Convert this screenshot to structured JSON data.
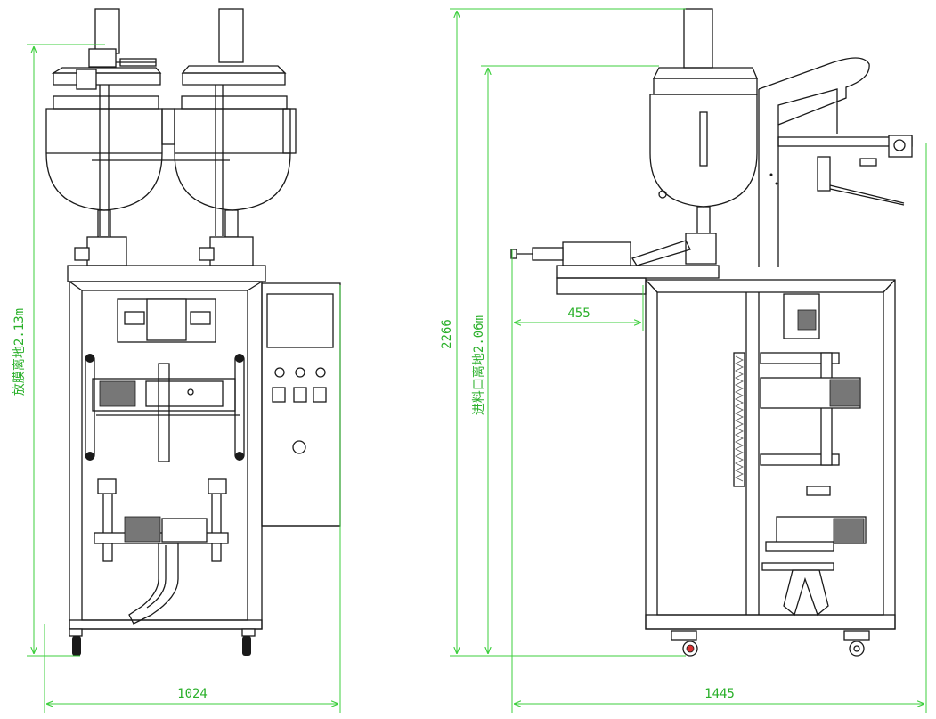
{
  "dimensions": {
    "front_width": "1024",
    "side_width": "1445",
    "total_height": "2266",
    "offset": "455",
    "film_height_label": "放膜离地2.13m",
    "inlet_height_label": "进料口离地2.06m"
  },
  "colors": {
    "line": "#1a1a1a",
    "dimension": "#3ecf3e",
    "wheel_accent": "#d83030"
  }
}
